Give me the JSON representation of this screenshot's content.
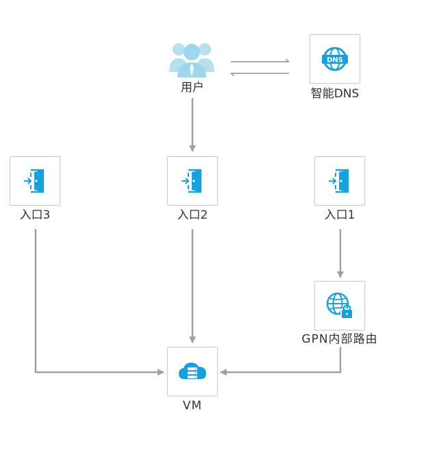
{
  "nodes": {
    "user": {
      "label": "用户",
      "icon": "user-group-icon"
    },
    "dns": {
      "label": "智能DNS",
      "icon": "dns-globe-icon"
    },
    "entry3": {
      "label": "入口3",
      "icon": "door-enter-icon"
    },
    "entry2": {
      "label": "入口2",
      "icon": "door-enter-icon"
    },
    "entry1": {
      "label": "入口1",
      "icon": "door-enter-icon"
    },
    "gpn": {
      "label": "GPN内部路由",
      "icon": "globe-lock-icon"
    },
    "vm": {
      "label": "VM",
      "icon": "cloud-server-icon"
    }
  },
  "edges": [
    {
      "from": "user",
      "to": "dns",
      "direction": "right"
    },
    {
      "from": "dns",
      "to": "user",
      "direction": "left"
    },
    {
      "from": "user",
      "to": "entry2"
    },
    {
      "from": "entry1",
      "to": "gpn"
    },
    {
      "from": "entry2",
      "to": "vm"
    },
    {
      "from": "entry3",
      "to": "vm"
    },
    {
      "from": "gpn",
      "to": "vm"
    }
  ],
  "colors": {
    "accent": "#1aa0d8",
    "arrow": "#a0a0a0",
    "user": "#9ed6ec",
    "text": "#333333"
  }
}
